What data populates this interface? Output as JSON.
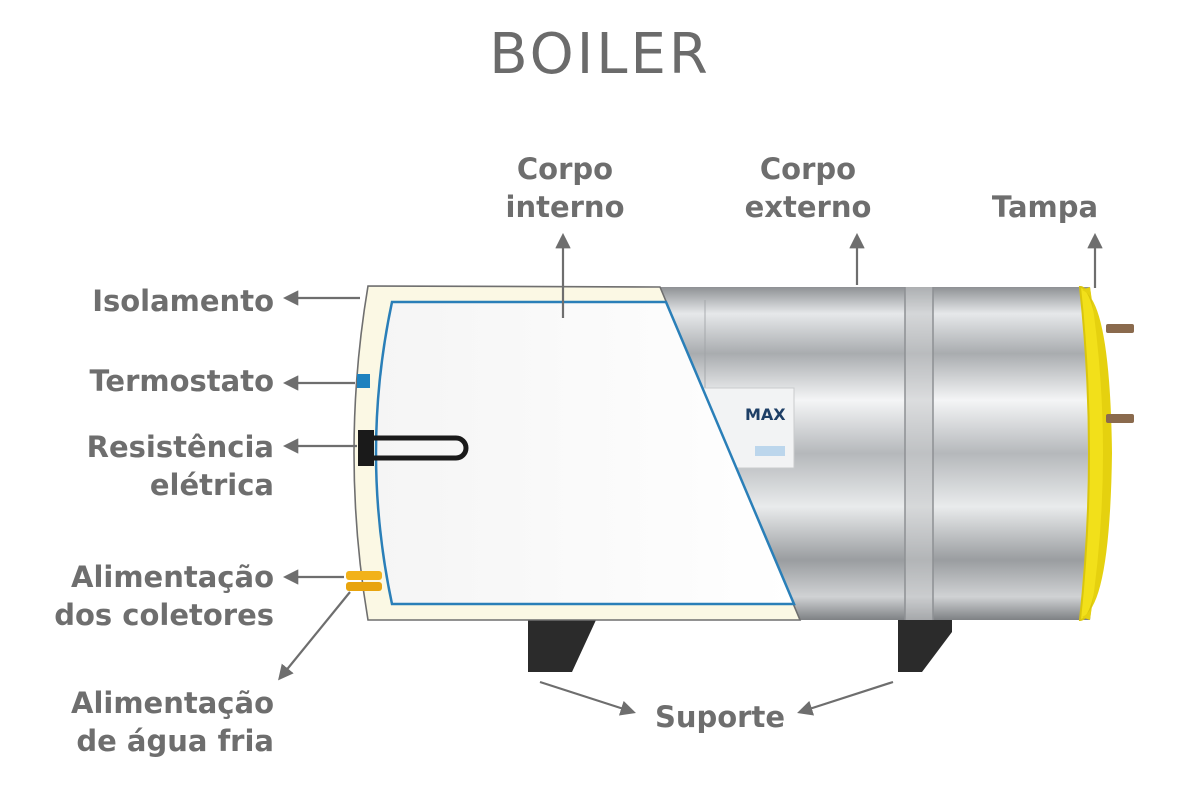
{
  "title": "BOILER",
  "labels": {
    "corpo_interno": [
      "Corpo",
      "interno"
    ],
    "corpo_externo": [
      "Corpo",
      "externo"
    ],
    "tampa": "Tampa",
    "isolamento": "Isolamento",
    "termostato": "Termostato",
    "resistencia": [
      "Resistência",
      "elétrica"
    ],
    "alimentacao_coletores": [
      "Alimentação",
      "dos coletores"
    ],
    "alimentacao_agua_fria": [
      "Alimentação",
      "de água fria"
    ],
    "suporte": "Suporte"
  },
  "product_label": "MAX",
  "colors": {
    "label_text": "#6e6e6e",
    "arrow": "#6e6e6e",
    "insulation": "#fbf8e4",
    "inner_body_line": "#2a7fb8",
    "lid": "#f2e01a",
    "thermostat": "#1f82bf",
    "pipe": "#f2b21a",
    "support": "#2b2b2b"
  }
}
